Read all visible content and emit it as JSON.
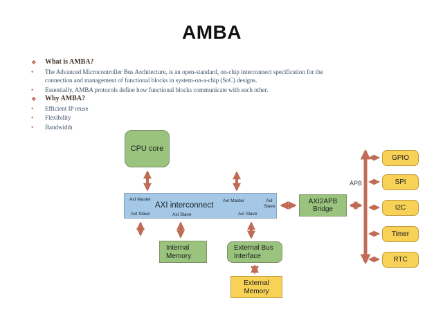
{
  "title": "AMBA",
  "bullets": [
    {
      "marker": "❖",
      "text": "What is AMBA?",
      "style": "heading"
    },
    {
      "marker": "•",
      "text": "The Advanced Microcontroller Bus Architecture, is an open-standard, on-chip interconnect specification for the connection and management of functional blocks in system-on-a-chip (SoC) designs.",
      "style": "body"
    },
    {
      "marker": "•",
      "text": "Essentially, AMBA protocols define how functional blocks communicate with each other.",
      "style": "body"
    },
    {
      "marker": "❖",
      "text": "Why AMBA?",
      "style": "heading"
    },
    {
      "marker": "•",
      "text": "Efficient IP reuse",
      "style": "body"
    },
    {
      "marker": "•",
      "text": "Flexibility",
      "style": "body"
    },
    {
      "marker": "•",
      "text": "Bandwidth",
      "style": "body"
    }
  ],
  "diagram": {
    "cpu_core": "CPU core",
    "interconnect": {
      "title": "AXI interconnect",
      "port_master_left": "AxI Master",
      "port_master_right": "AxI Master",
      "port_slave_right": "AxI Slave",
      "port_slave_bottom_left": "AxI Slave",
      "port_slave_bottom_center": "AxI Slave",
      "port_slave_bottom_right": "AxI Slave"
    },
    "bridge": "AXI2APB Bridge",
    "internal_memory": "Internal Memory",
    "external_bus_interface": "External Bus Interface",
    "external_memory": "External Memory",
    "apb_bus_label": "APB",
    "peripherals": [
      "GPIO",
      "SPI",
      "I2C",
      "Timer",
      "RTC"
    ]
  },
  "colors": {
    "title_text": "#111111",
    "heading_text": "#3d332c",
    "body_text": "#3a4f66",
    "bullet_marker": "#c0504d",
    "green_box_fill": "#9ac47e",
    "green_box_border": "#7d9064",
    "blue_box_fill": "#a5c8e6",
    "blue_box_border": "#8aa4ba",
    "yellow_box_fill": "#f7d257",
    "yellow_box_border": "#c19a3f",
    "arrow": "#c06b55",
    "background": "#ffffff"
  }
}
